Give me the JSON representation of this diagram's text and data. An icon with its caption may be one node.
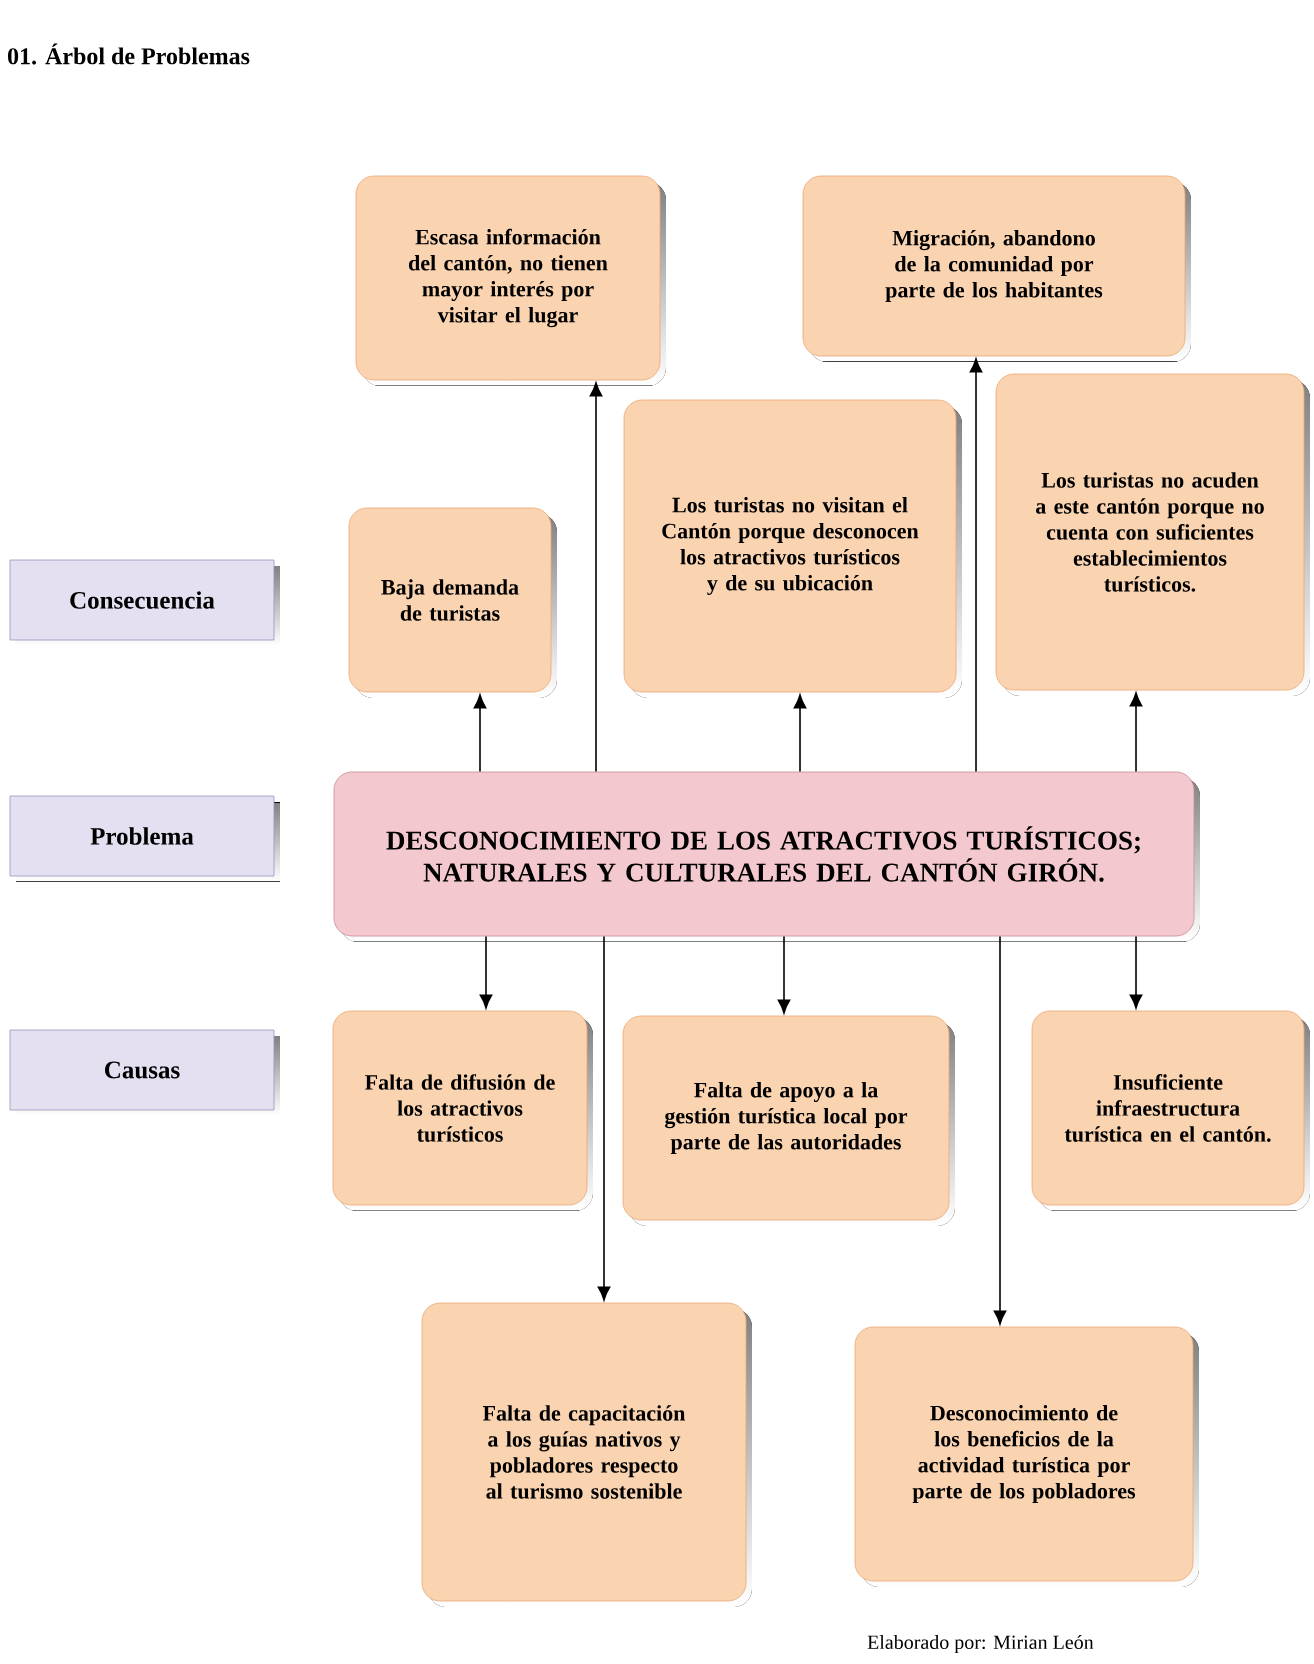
{
  "diagram": {
    "title": "01. Árbol de Problemas",
    "nodes": [
      {
        "text": [
          "Escasa información del cantón, no tienen mayor  interés por visitar el lugar"
        ]
      },
      {
        "text": [
          "Migración,  abandono de la comunidad por parte de los habitantes"
        ]
      },
      {
        "text": [
          "Los turistas no visitan el Cantón porque desconocen los atractivos turísticos y de su ubicación"
        ]
      },
      {
        "text": [
          "Los turistas no acuden a este cantón porque no cuenta con suficientes establecimientos turísticos."
        ]
      },
      {
        "text": [
          "Baja demanda de turistas"
        ]
      },
      {
        "text": [
          "DESCONOCIMIENTO DE LOS ATRACTIVOS TURÍSTICOS; NATURALES Y CULTURALES DEL CANTÓN GIRÓN."
        ]
      },
      {
        "text": [
          "Falta de difusión de los atractivos turísticos"
        ]
      },
      {
        "text": [
          "Falta de apoyo a la gestión turística local por parte  de las autoridades"
        ]
      },
      {
        "text": [
          "Insuficiente infraestructura turística en el cantón."
        ]
      },
      {
        "text": [
          "Falta de capacitación a los guías nativos  y pobladores respecto al turismo sostenible"
        ]
      },
      {
        "text": [
          "Desconocimiento de los beneficios de la actividad turística por parte de los pobladores"
        ]
      },
      {
        "text": [
          "Consecuencia"
        ]
      },
      {
        "text": [
          "Problema"
        ]
      },
      {
        "text": [
          "Causas"
        ]
      }
    ],
    "edges": [
      {
        "from": 5,
        "to": 4,
        "arrow": "to"
      },
      {
        "from": 5,
        "to": 0,
        "arrow": "to"
      },
      {
        "from": 5,
        "to": 2,
        "arrow": "to"
      },
      {
        "from": 5,
        "to": 1,
        "arrow": "to"
      },
      {
        "from": 5,
        "to": 3,
        "arrow": "to"
      },
      {
        "from": 5,
        "to": 6,
        "arrow": "to"
      },
      {
        "from": 5,
        "to": 9,
        "arrow": "to"
      },
      {
        "from": 5,
        "to": 7,
        "arrow": "to"
      },
      {
        "from": 5,
        "to": 10,
        "arrow": "to"
      },
      {
        "from": 5,
        "to": 8,
        "arrow": "to"
      }
    ],
    "labels": [
      "Elaborado por: Mirian León"
    ]
  }
}
